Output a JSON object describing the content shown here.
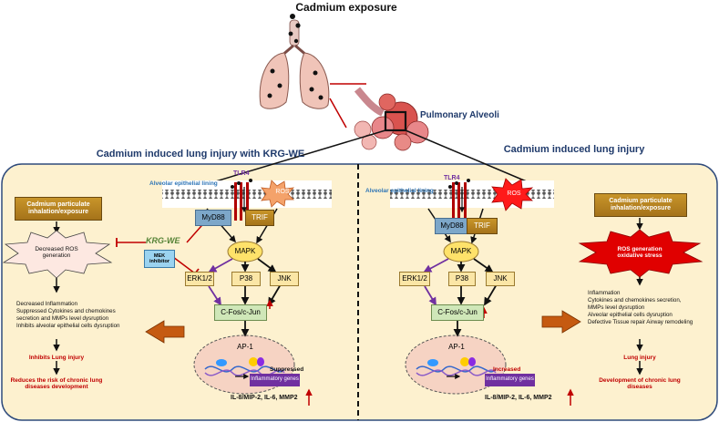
{
  "header": {
    "title": "Cadmium exposure",
    "alveoli_label": "Pulmonary Alveoli"
  },
  "left": {
    "title": "Cadmium induced lung injury with KRG-WE",
    "trigger": "Cadmium particulate inhalation/exposure",
    "ros_box": "Decreased ROS generation",
    "krg": "KRG-WE",
    "mek": "MEK inhibitor",
    "effects": [
      "Decreased Inflammation",
      "Suppressed Cytokines and chemokines",
      "secretion and MMPs level dysruption",
      "Inhibits alveolar epithelial cells dysruption"
    ],
    "outcome1": "Inhibits Lung injury",
    "outcome2": "Reduces the risk of chronic lung diseases development",
    "epithelial": "Alveolar epithelial lining",
    "tlr4": "TLR4",
    "ros": "ROS",
    "myd88": "MyD88",
    "trif": "TRIF",
    "mapk": "MAPK",
    "erk": "ERK1/2",
    "p38": "P38",
    "jnk": "JNK",
    "cfos": "C-Fos/c-Jun",
    "ap1": "AP-1",
    "status": "Suppressed",
    "genes": "Inflammatory genes",
    "cytokines": "IL-8/MIP-2, IL-6, MMP2"
  },
  "right": {
    "title": "Cadmium induced lung injury",
    "trigger": "Cadmium particulate inhalation/exposure",
    "ros_box": "ROS generation oxidative stress",
    "effects": [
      "Inflammation",
      "Cytokines and chemokines secretion,",
      "MMPs level dysruption",
      "Alveolar epithelial cells dysruption",
      "Defective Tissue repair Airway remodeling"
    ],
    "outcome1": "Lung injury",
    "outcome2": "Development of chronic lung diseases",
    "epithelial": "Alveolar epithelial lining",
    "tlr4": "TLR4",
    "ros": "ROS",
    "myd88": "MyD88",
    "trif": "TRIF",
    "mapk": "MAPK",
    "erk": "ERK1/2",
    "p38": "P38",
    "jnk": "JNK",
    "cfos": "C-Fos/c-Jun",
    "ap1": "AP-1",
    "status": "Increased",
    "genes": "Inflammatory genes",
    "cytokines": "IL-8/MIP-2, IL-6, MMP2"
  },
  "colors": {
    "panel_bg": "#fdf1cf",
    "panel_border": "#2f4b7c",
    "arrow_purple": "#7030a0",
    "inhibit_red": "#c00000",
    "orange_arrow": "#c55a11"
  }
}
